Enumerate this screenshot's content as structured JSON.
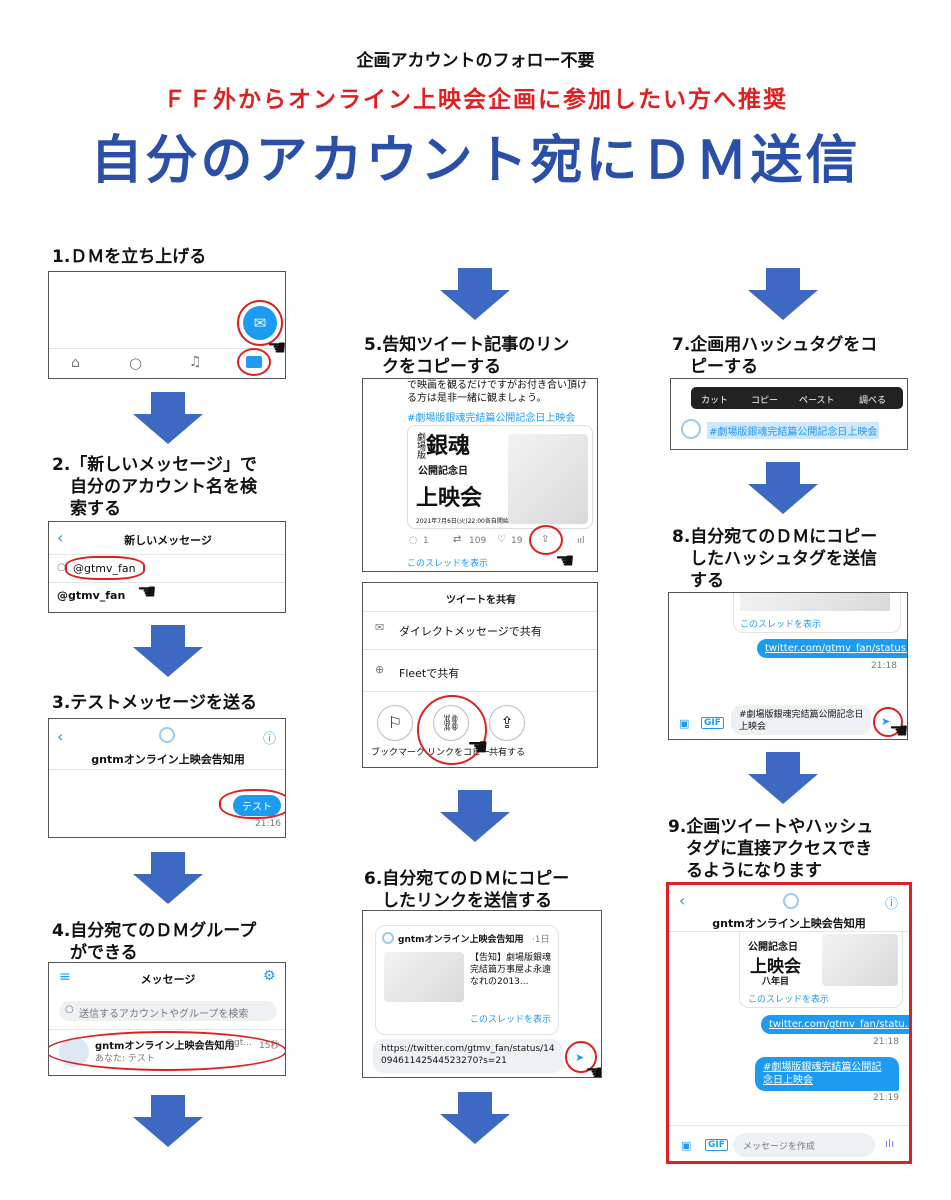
{
  "header": {
    "line1": "企画アカウントのフォロー不要",
    "line2": "ＦＦ外からオンライン上映会企画に参加したい方へ推奨",
    "line3": "自分のアカウント宛にＤＭ送信"
  },
  "steps": {
    "s1": "1.ＤＭを立ち上げる",
    "s2a": "2.「新しいメッセージ」で",
    "s2b": "自分のアカウント名を検",
    "s2c": "索する",
    "s3": "3.テストメッセージを送る",
    "s4a": "4.自分宛てのＤＭグループ",
    "s4b": "ができる",
    "s5a": "5.告知ツイート記事のリン",
    "s5b": "クをコピーする",
    "s6a": "6.自分宛てのＤＭにコピー",
    "s6b": "したリンクを送信する",
    "s7a": "7.企画用ハッシュタグをコ",
    "s7b": "ピーする",
    "s8a": "8.自分宛てのＤＭにコピー",
    "s8b": "したハッシュタグを送信",
    "s8c": "する",
    "s9a": "9.企画ツイートやハッシュ",
    "s9b": "タグに直接アクセスでき",
    "s9c": "るようになります"
  },
  "shot2": {
    "title": "新しいメッセージ",
    "query": "@gtmv_fan",
    "result": "@gtmv_fan"
  },
  "shot3": {
    "name": "gntmオンライン上映会告知用",
    "message": "テスト",
    "time": "21:16"
  },
  "shot4": {
    "title": "メッセージ",
    "search_placeholder": "送信するアカウントやグループを検索",
    "conv_name": "gntmオンライン上映会告知用",
    "conv_handle": "@gt...",
    "conv_time": "15秒",
    "conv_preview": "あなた: テスト"
  },
  "shot5": {
    "tweet_text": "で映画を観るだけですがお付き合い頂ける方は是非一緒に観ましょう。",
    "hashtag": "#劇場版銀魂完結篇公開記念日上映会",
    "poster_line1": "劇場版",
    "poster_line2": "銀魂",
    "poster_line3": "公開記念日",
    "poster_line4": "上映会",
    "poster_line5": "2021年7月6日(火)22:00各自開始",
    "reply_count": "1",
    "rt_count": "109",
    "like_count": "19",
    "thread": "このスレッドを表示"
  },
  "share": {
    "title": "ツイートを共有",
    "dm": "ダイレクトメッセージで共有",
    "fleet": "Fleetで共有",
    "bookmark": "ブックマーク",
    "copy_link": "リンクをコピー",
    "share_via": "共有する"
  },
  "shot6": {
    "card_name": "gntmオンライン上映会告知用",
    "card_time": "·1日",
    "card_text": "【告知】劇場版銀魂完結篇万事屋よ永遠なれの2013...",
    "thread": "このスレッドを表示",
    "link_text": "https://twitter.com/gtmv_fan/status/1409461142544523270?s=21"
  },
  "shot7": {
    "menu": [
      "カット",
      "コピー",
      "ペースト",
      "調べる"
    ],
    "hashtag": "#劇場版銀魂完結篇公開記念日上映会"
  },
  "shot8": {
    "thread": "このスレッドを表示",
    "link": "twitter.com/gtmv_fan/status...",
    "time": "21:18",
    "input_text": "#劇場版銀魂完結篇公開記念日上映会",
    "gif": "GIF"
  },
  "shot9": {
    "name": "gntmオンライン上映会告知用",
    "poster_line1": "公開記念日",
    "poster_line2": "上映会",
    "poster_line3": "八年目",
    "thread": "このスレッドを表示",
    "link": "twitter.com/gtmv_fan/statu...",
    "time1": "21:18",
    "hashtag_msg": "#劇場版銀魂完結篇公開記念日上映会",
    "time2": "21:19",
    "input_placeholder": "メッセージを作成",
    "gif": "GIF"
  },
  "colors": {
    "accent": "#1d9bf0",
    "title_blue": "#2a4fa8",
    "highlight_red": "#e02020",
    "arrow_blue": "#3d69c2"
  }
}
